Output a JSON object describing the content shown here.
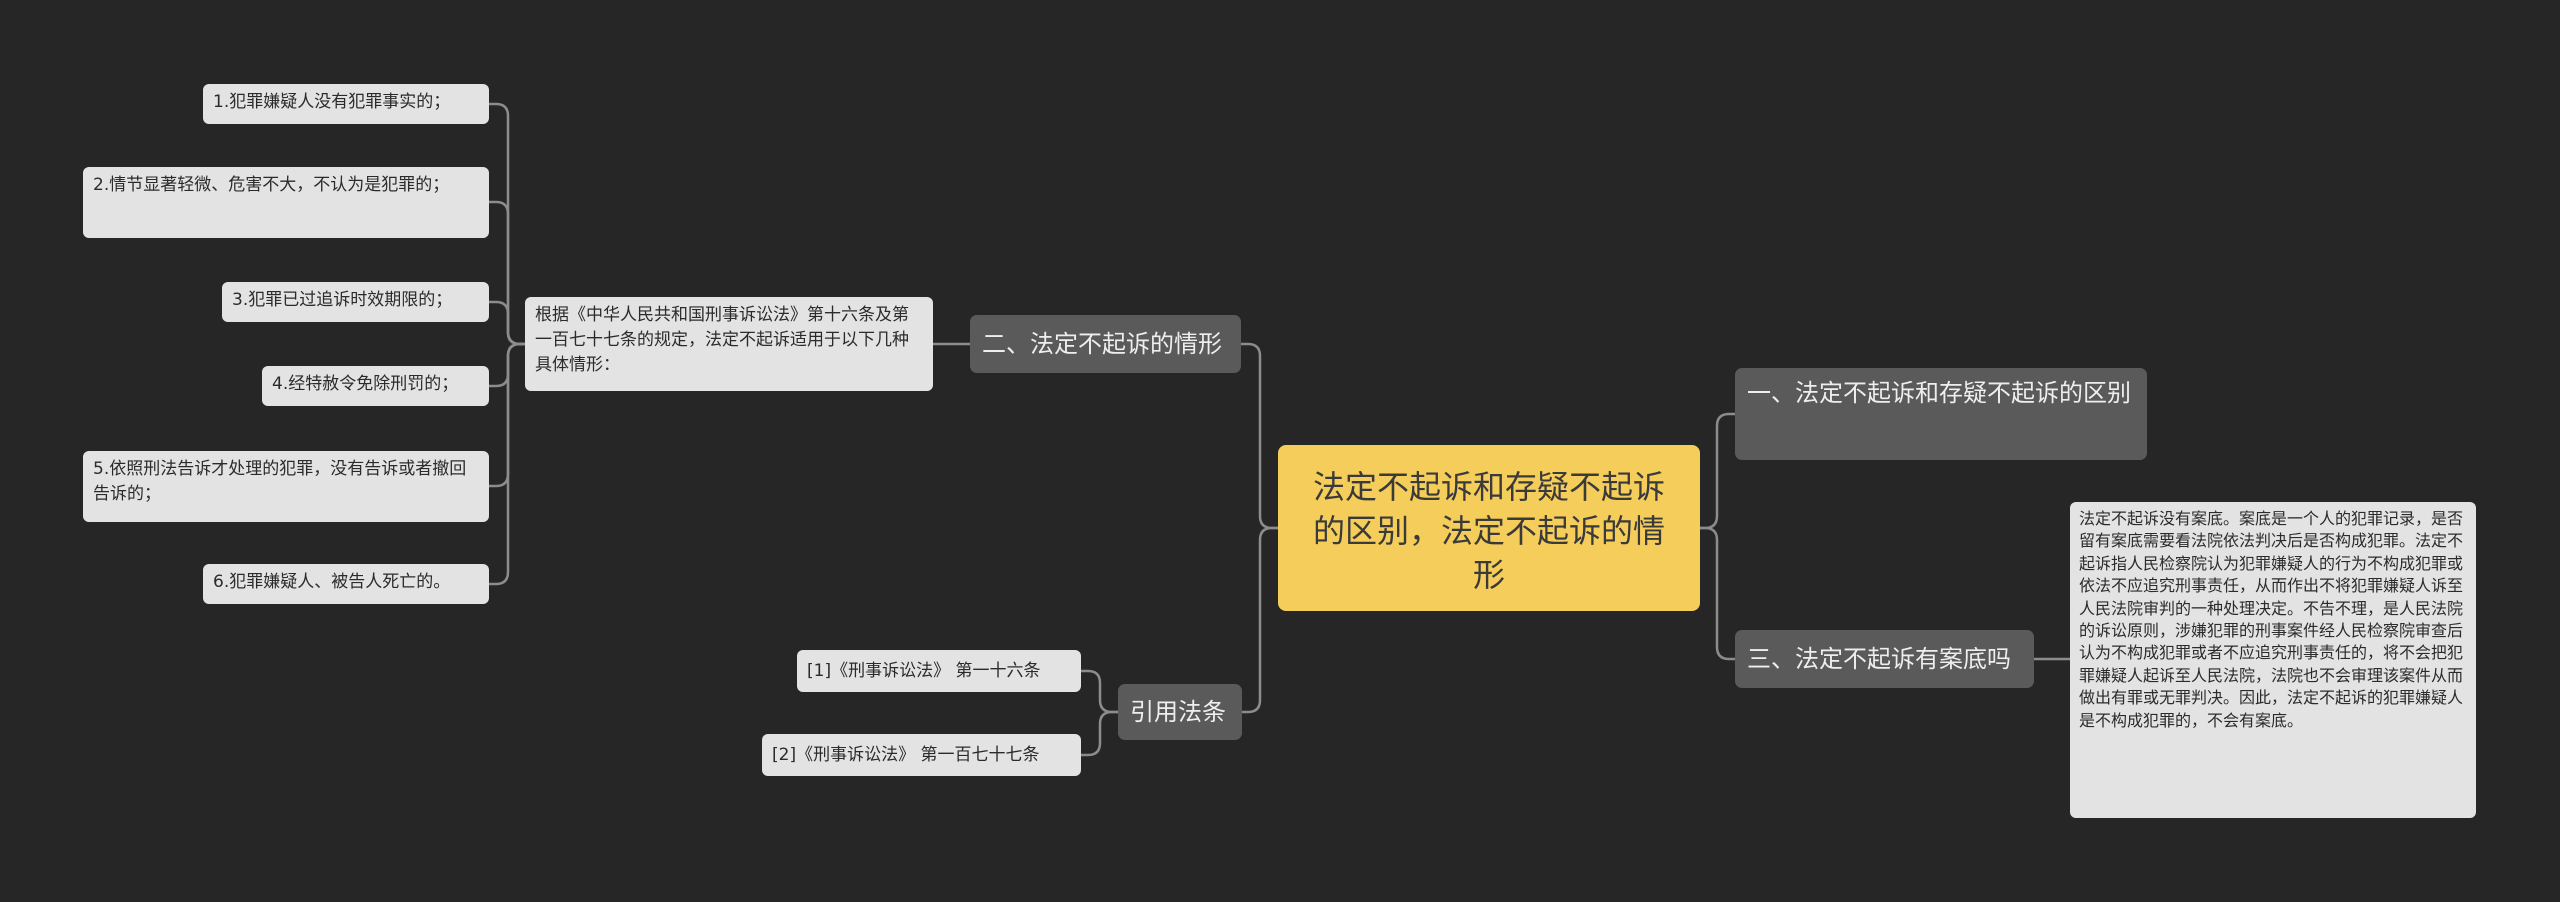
{
  "colors": {
    "background": "#262626",
    "central_fill": "#f5cd5a",
    "branch_fill": "#5a5a5a",
    "leaf_fill": "#e3e3e3",
    "connector": "#8c8c8c"
  },
  "central": {
    "title": "法定不起诉和存疑不起诉的区别，法定不起诉的情形"
  },
  "branches": {
    "situations": {
      "title": "二、法定不起诉的情形",
      "intro": "根据《中华人民共和国刑事诉讼法》第十六条及第一百七十七条的规定，法定不起诉适用于以下几种具体情形：",
      "items": [
        "1.犯罪嫌疑人没有犯罪事实的；",
        "2.情节显著轻微、危害不大，不认为是犯罪的；",
        "3.犯罪已过追诉时效期限的；",
        "4.经特赦令免除刑罚的；",
        "5.依照刑法告诉才处理的犯罪，没有告诉或者撤回告诉的；",
        "6.犯罪嫌疑人、被告人死亡的。"
      ]
    },
    "citations": {
      "title": "引用法条",
      "items": [
        "[1]《刑事诉讼法》 第一十六条",
        "[2]《刑事诉讼法》 第一百七十七条"
      ]
    },
    "difference": {
      "title": "一、法定不起诉和存疑不起诉的区别"
    },
    "record": {
      "title": "三、法定不起诉有案底吗",
      "detail": "法定不起诉没有案底。案底是一个人的犯罪记录，是否留有案底需要看法院依法判决后是否构成犯罪。法定不起诉指人民检察院认为犯罪嫌疑人的行为不构成犯罪或依法不应追究刑事责任，从而作出不将犯罪嫌疑人诉至人民法院审判的一种处理决定。不告不理，是人民法院的诉讼原则，涉嫌犯罪的刑事案件经人民检察院审查后认为不构成犯罪或者不应追究刑事责任的，将不会把犯罪嫌疑人起诉至人民法院，法院也不会审理该案件从而做出有罪或无罪判决。因此，法定不起诉的犯罪嫌疑人是不构成犯罪的，不会有案底。"
    }
  }
}
